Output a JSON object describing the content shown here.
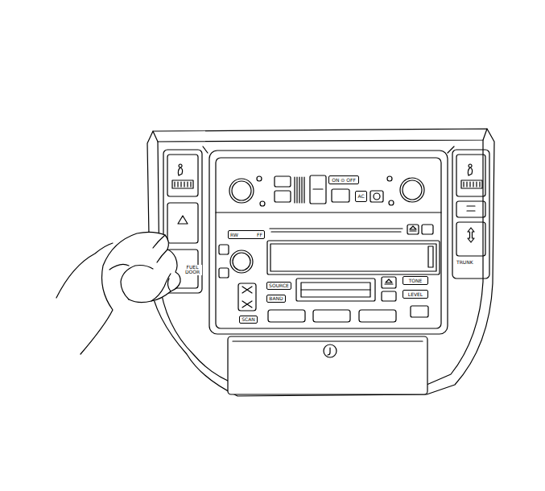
{
  "diagram": {
    "nodes": [
      {
        "text": [
          "RW",
          "FF"
        ]
      },
      {
        "text": [
          "ON ⊙ OFF"
        ]
      },
      {
        "text": [
          "AC"
        ]
      },
      {
        "text": [
          "SOURCE"
        ]
      },
      {
        "text": [
          "BAND"
        ]
      },
      {
        "text": [
          "SCAN"
        ]
      },
      {
        "text": [
          "TONE"
        ]
      },
      {
        "text": [
          "LEVEL"
        ]
      }
    ],
    "labels": [
      "TRUNK",
      "FUEL DOOR"
    ]
  }
}
